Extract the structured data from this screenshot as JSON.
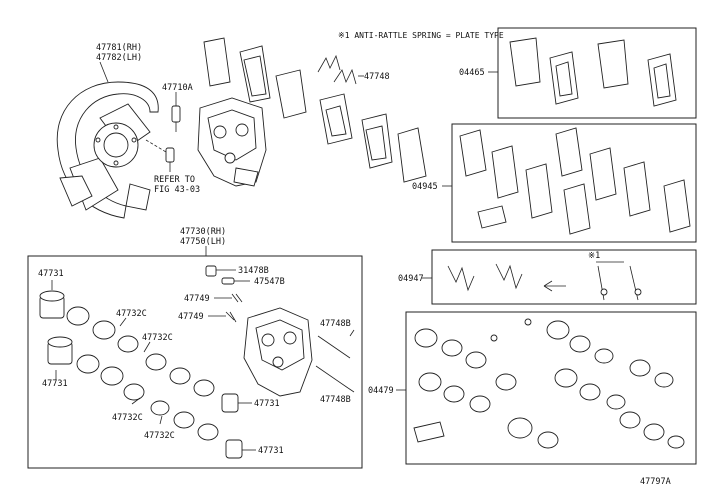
{
  "note": "※1 ANTI-RATTLE SPRING = PLATE TYPE",
  "labels": {
    "shield_rh": "47781(RH)",
    "shield_lh": "47782(LH)",
    "bolt": "47710A",
    "refer_1": "REFER TO",
    "refer_2": "FIG 43-03",
    "spring": "47748",
    "pad_kit": "04465",
    "shim_kit": "04945",
    "spring_kit": "04947",
    "spring_kit_mark": "※1",
    "seal_kit": "04479",
    "caliper_rh": "47730(RH)",
    "caliper_lh": "47750(LH)",
    "bleeder": "31478B",
    "bleeder_cap": "47547B",
    "pin_1": "47749",
    "pin_2": "47749",
    "pin_rh": "47748B",
    "pin_lh": "47748B",
    "piston_top": "47731",
    "piston_left": "47731",
    "piston_mid": "47731",
    "piston_bottom": "47731",
    "seal_1": "47732C",
    "seal_2": "47732C",
    "seal_3": "47732C",
    "seal_4": "47732C",
    "ref_code": "47797A"
  }
}
